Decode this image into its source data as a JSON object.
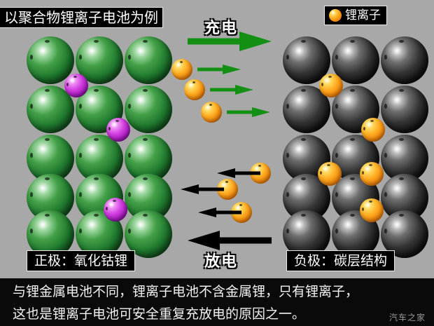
{
  "title": "以聚合物锂离子电池为例",
  "legend": {
    "icon": "lithium-ion-sphere",
    "label": "锂离子"
  },
  "charge": {
    "label": "充电",
    "arrow_color": "#138f13",
    "direction": "right"
  },
  "discharge": {
    "label": "放电",
    "arrow_color": "#000000",
    "direction": "left"
  },
  "cathode": {
    "label": "正极：氧化钴锂",
    "sphere_color": "#2e8b3a",
    "ion_color": "#d23fe0",
    "rows": 5,
    "cols": 3
  },
  "anode": {
    "label": "负极：碳层结构",
    "sphere_color": "#1a1a1a",
    "ion_color": "#ffa91e",
    "rows": 5,
    "cols": 3
  },
  "caption": {
    "line1": "与锂金属电池不同，锂离子电池不含金属锂，只有锂离子，",
    "line2": "这也是锂离子电池可安全重复充放电的原因之一。"
  },
  "watermark": "汽车之家",
  "background_color": "#a8a8a8"
}
